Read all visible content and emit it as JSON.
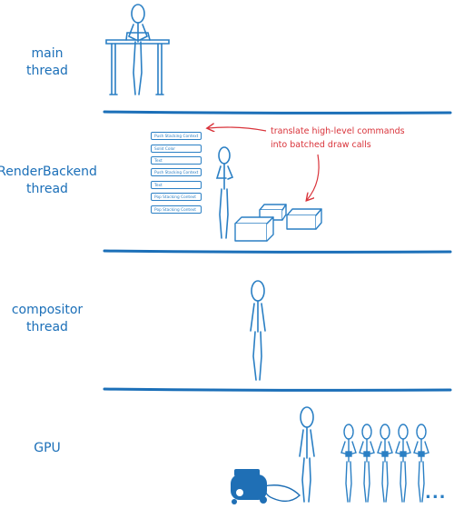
{
  "lanes": [
    {
      "label_line1": "main",
      "label_line2": "thread"
    },
    {
      "label_line1": "RenderBackend",
      "label_line2": "thread"
    },
    {
      "label_line1": "compositor",
      "label_line2": "thread"
    },
    {
      "label_line1": "GPU",
      "label_line2": ""
    }
  ],
  "annotation": {
    "line1": "translate high-level commands",
    "line2": "into batched draw calls"
  },
  "display_list": [
    "Push Stacking Context",
    "Solid Color",
    "Text",
    "Push Stacking Context",
    "Text",
    "Pop Stacking Context",
    "Pop Stacking Context"
  ],
  "ellipsis": "...",
  "colors": {
    "lane_label": "#1b6fb8",
    "drawing": "#2a7fc4",
    "separator": "#1b6fb8",
    "annotation": "#d9333a",
    "compressor": "#1f6fb5"
  }
}
